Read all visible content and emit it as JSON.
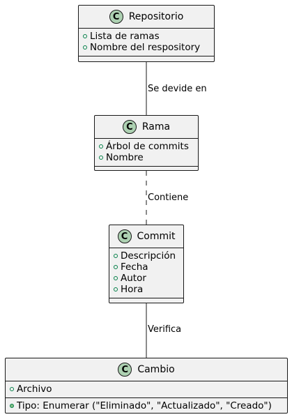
{
  "classes": {
    "repositorio": {
      "badge": "C",
      "name": "Repositorio",
      "attributes": [
        "Lista de ramas",
        "Nombre del respository"
      ]
    },
    "rama": {
      "badge": "C",
      "name": "Rama",
      "attributes": [
        "Árbol de commits",
        "Nombre"
      ]
    },
    "commit": {
      "badge": "C",
      "name": "Commit",
      "attributes": [
        "Descripción",
        "Fecha",
        "Autor",
        "Hora"
      ]
    },
    "cambio": {
      "badge": "C",
      "name": "Cambio",
      "fields": [
        "Archivo"
      ],
      "methods": [
        "Tipo: Enumerar (\"Eliminado\", \"Actualizado\", \"Creado\")"
      ]
    }
  },
  "relations": {
    "repo_rama": "Se devide en",
    "rama_commit": "Contiene",
    "commit_cambio": "Verifica"
  },
  "colors": {
    "class_bg": "#f1f1f1",
    "badge_bg": "#add1b2",
    "border": "#181818"
  }
}
